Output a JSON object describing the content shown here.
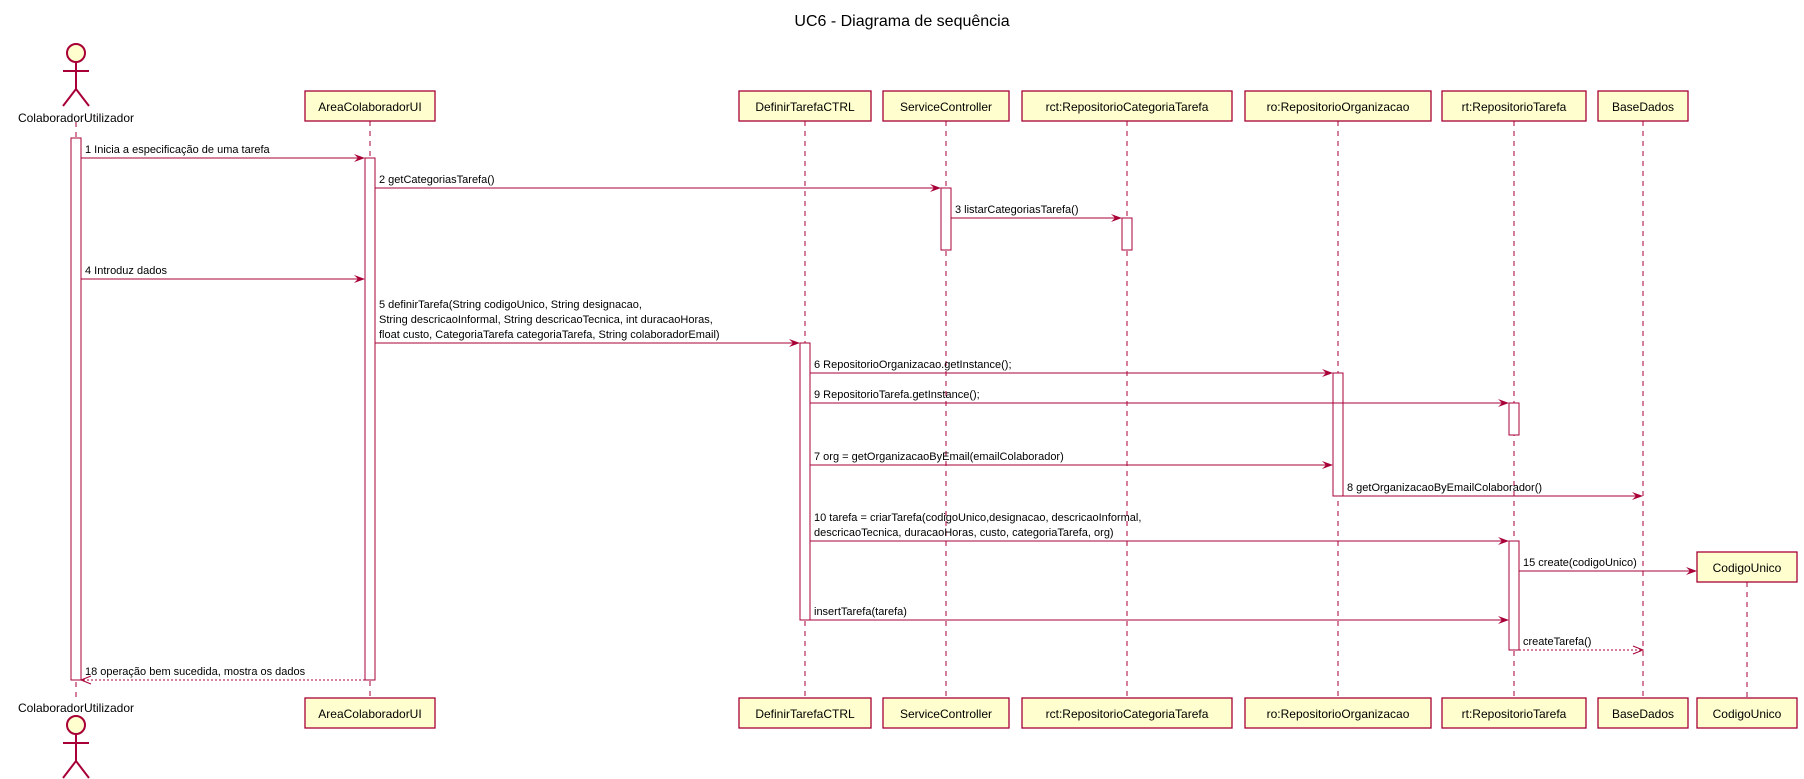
{
  "title": "UC6 - Diagrama de sequência",
  "colors": {
    "border": "#A80036",
    "box_fill": "#FEFECE",
    "activation_fill": "#FFFFFF",
    "text": "#000000"
  },
  "participants": [
    {
      "id": "ColaboradorUtilizador",
      "label": "ColaboradorUtilizador",
      "kind": "actor",
      "icon": "stick-figure-actor-icon"
    },
    {
      "id": "AreaColaboradorUI",
      "label": "AreaColaboradorUI",
      "kind": "participant"
    },
    {
      "id": "DefinirTarefaCTRL",
      "label": "DefinirTarefaCTRL",
      "kind": "participant"
    },
    {
      "id": "ServiceController",
      "label": "ServiceController",
      "kind": "participant"
    },
    {
      "id": "rct",
      "label": "rct:RepositorioCategoriaTarefa",
      "kind": "participant"
    },
    {
      "id": "ro",
      "label": "ro:RepositorioOrganizacao",
      "kind": "participant"
    },
    {
      "id": "rt",
      "label": "rt:RepositorioTarefa",
      "kind": "participant"
    },
    {
      "id": "BaseDados",
      "label": "BaseDados",
      "kind": "participant"
    },
    {
      "id": "CodigoUnico",
      "label": "CodigoUnico",
      "kind": "participant",
      "created": true
    }
  ],
  "messages": [
    {
      "from": "ColaboradorUtilizador",
      "to": "AreaColaboradorUI",
      "lines": [
        "1 Inicia a especificação de uma tarefa"
      ],
      "style": "solid"
    },
    {
      "from": "AreaColaboradorUI",
      "to": "ServiceController",
      "lines": [
        "2 getCategoriasTarefa()"
      ],
      "style": "solid"
    },
    {
      "from": "ServiceController",
      "to": "rct",
      "lines": [
        "3 listarCategoriasTarefa()"
      ],
      "style": "solid"
    },
    {
      "from": "ColaboradorUtilizador",
      "to": "AreaColaboradorUI",
      "lines": [
        "4 Introduz dados"
      ],
      "style": "solid"
    },
    {
      "from": "AreaColaboradorUI",
      "to": "DefinirTarefaCTRL",
      "lines": [
        "5 definirTarefa(String codigoUnico, String designacao,",
        "String descricaoInformal, String descricaoTecnica, int duracaoHoras,",
        " float custo, CategoriaTarefa categoriaTarefa, String colaboradorEmail)"
      ],
      "style": "solid"
    },
    {
      "from": "DefinirTarefaCTRL",
      "to": "ro",
      "lines": [
        "6 RepositorioOrganizacao.getInstance();"
      ],
      "style": "solid"
    },
    {
      "from": "DefinirTarefaCTRL",
      "to": "rt",
      "lines": [
        "9 RepositorioTarefa.getInstance();"
      ],
      "style": "solid"
    },
    {
      "from": "DefinirTarefaCTRL",
      "to": "ro",
      "lines": [
        "7 org = getOrganizacaoByEmail(emailColaborador)"
      ],
      "style": "solid"
    },
    {
      "from": "ro",
      "to": "BaseDados",
      "lines": [
        "8 getOrganizacaoByEmailColaborador()"
      ],
      "style": "solid"
    },
    {
      "from": "DefinirTarefaCTRL",
      "to": "rt",
      "lines": [
        "10 tarefa = criarTarefa(codigoUnico,designacao, descricaoInformal,",
        "descricaoTecnica, duracaoHoras, custo, categoriaTarefa, org)"
      ],
      "style": "solid"
    },
    {
      "from": "rt",
      "to": "CodigoUnico",
      "lines": [
        "15 create(codigoUnico)"
      ],
      "style": "solid"
    },
    {
      "from": "DefinirTarefaCTRL",
      "to": "rt",
      "lines": [
        "insertTarefa(tarefa)"
      ],
      "style": "solid"
    },
    {
      "from": "rt",
      "to": "BaseDados",
      "lines": [
        "createTarefa()"
      ],
      "style": "dashed"
    },
    {
      "from": "AreaColaboradorUI",
      "to": "ColaboradorUtilizador",
      "lines": [
        "18 operação bem sucedida, mostra os dados"
      ],
      "style": "dashed"
    }
  ]
}
